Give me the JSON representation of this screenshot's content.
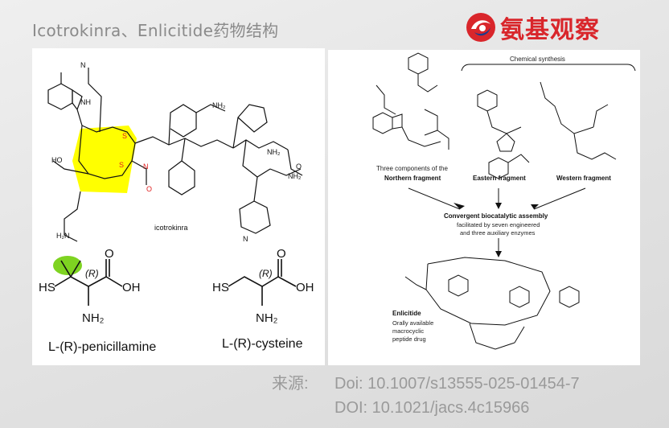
{
  "slide": {
    "title": "Icotrokinra、Enlicitide药物结构"
  },
  "brand": {
    "name": "氨基观察"
  },
  "left_panel": {
    "drug_label": "icotrokinra",
    "penicillamine_label": "L-(R)-penicillamine",
    "cysteine_label": "L-(R)-cysteine"
  },
  "right_panel": {
    "chemical_synthesis": "Chemical synthesis",
    "northern_line1": "Three components of the",
    "northern_line2": "Northern fragment",
    "eastern": "Eastern fragment",
    "western": "Western fragment",
    "convergent_title": "Convergent biocatalytic assembly",
    "convergent_line1": "facilitated by seven engineered",
    "convergent_line2": "and three auxiliary enzymes",
    "enlicitide_title": "Enlicitide",
    "enlicitide_line1": "Orally available",
    "enlicitide_line2": "macrocyclic",
    "enlicitide_line3": "peptide drug"
  },
  "source": {
    "label": "来源:",
    "doi1": "Doi: 10.1007/s13555-025-01454-7",
    "doi2": "DOI: 10.1021/jacs.4c15966"
  },
  "colors": {
    "brand_red": "#d9262b",
    "highlight_yellow": "#ffff00",
    "highlight_green": "#7ed321",
    "accent_red": "#e02020"
  }
}
